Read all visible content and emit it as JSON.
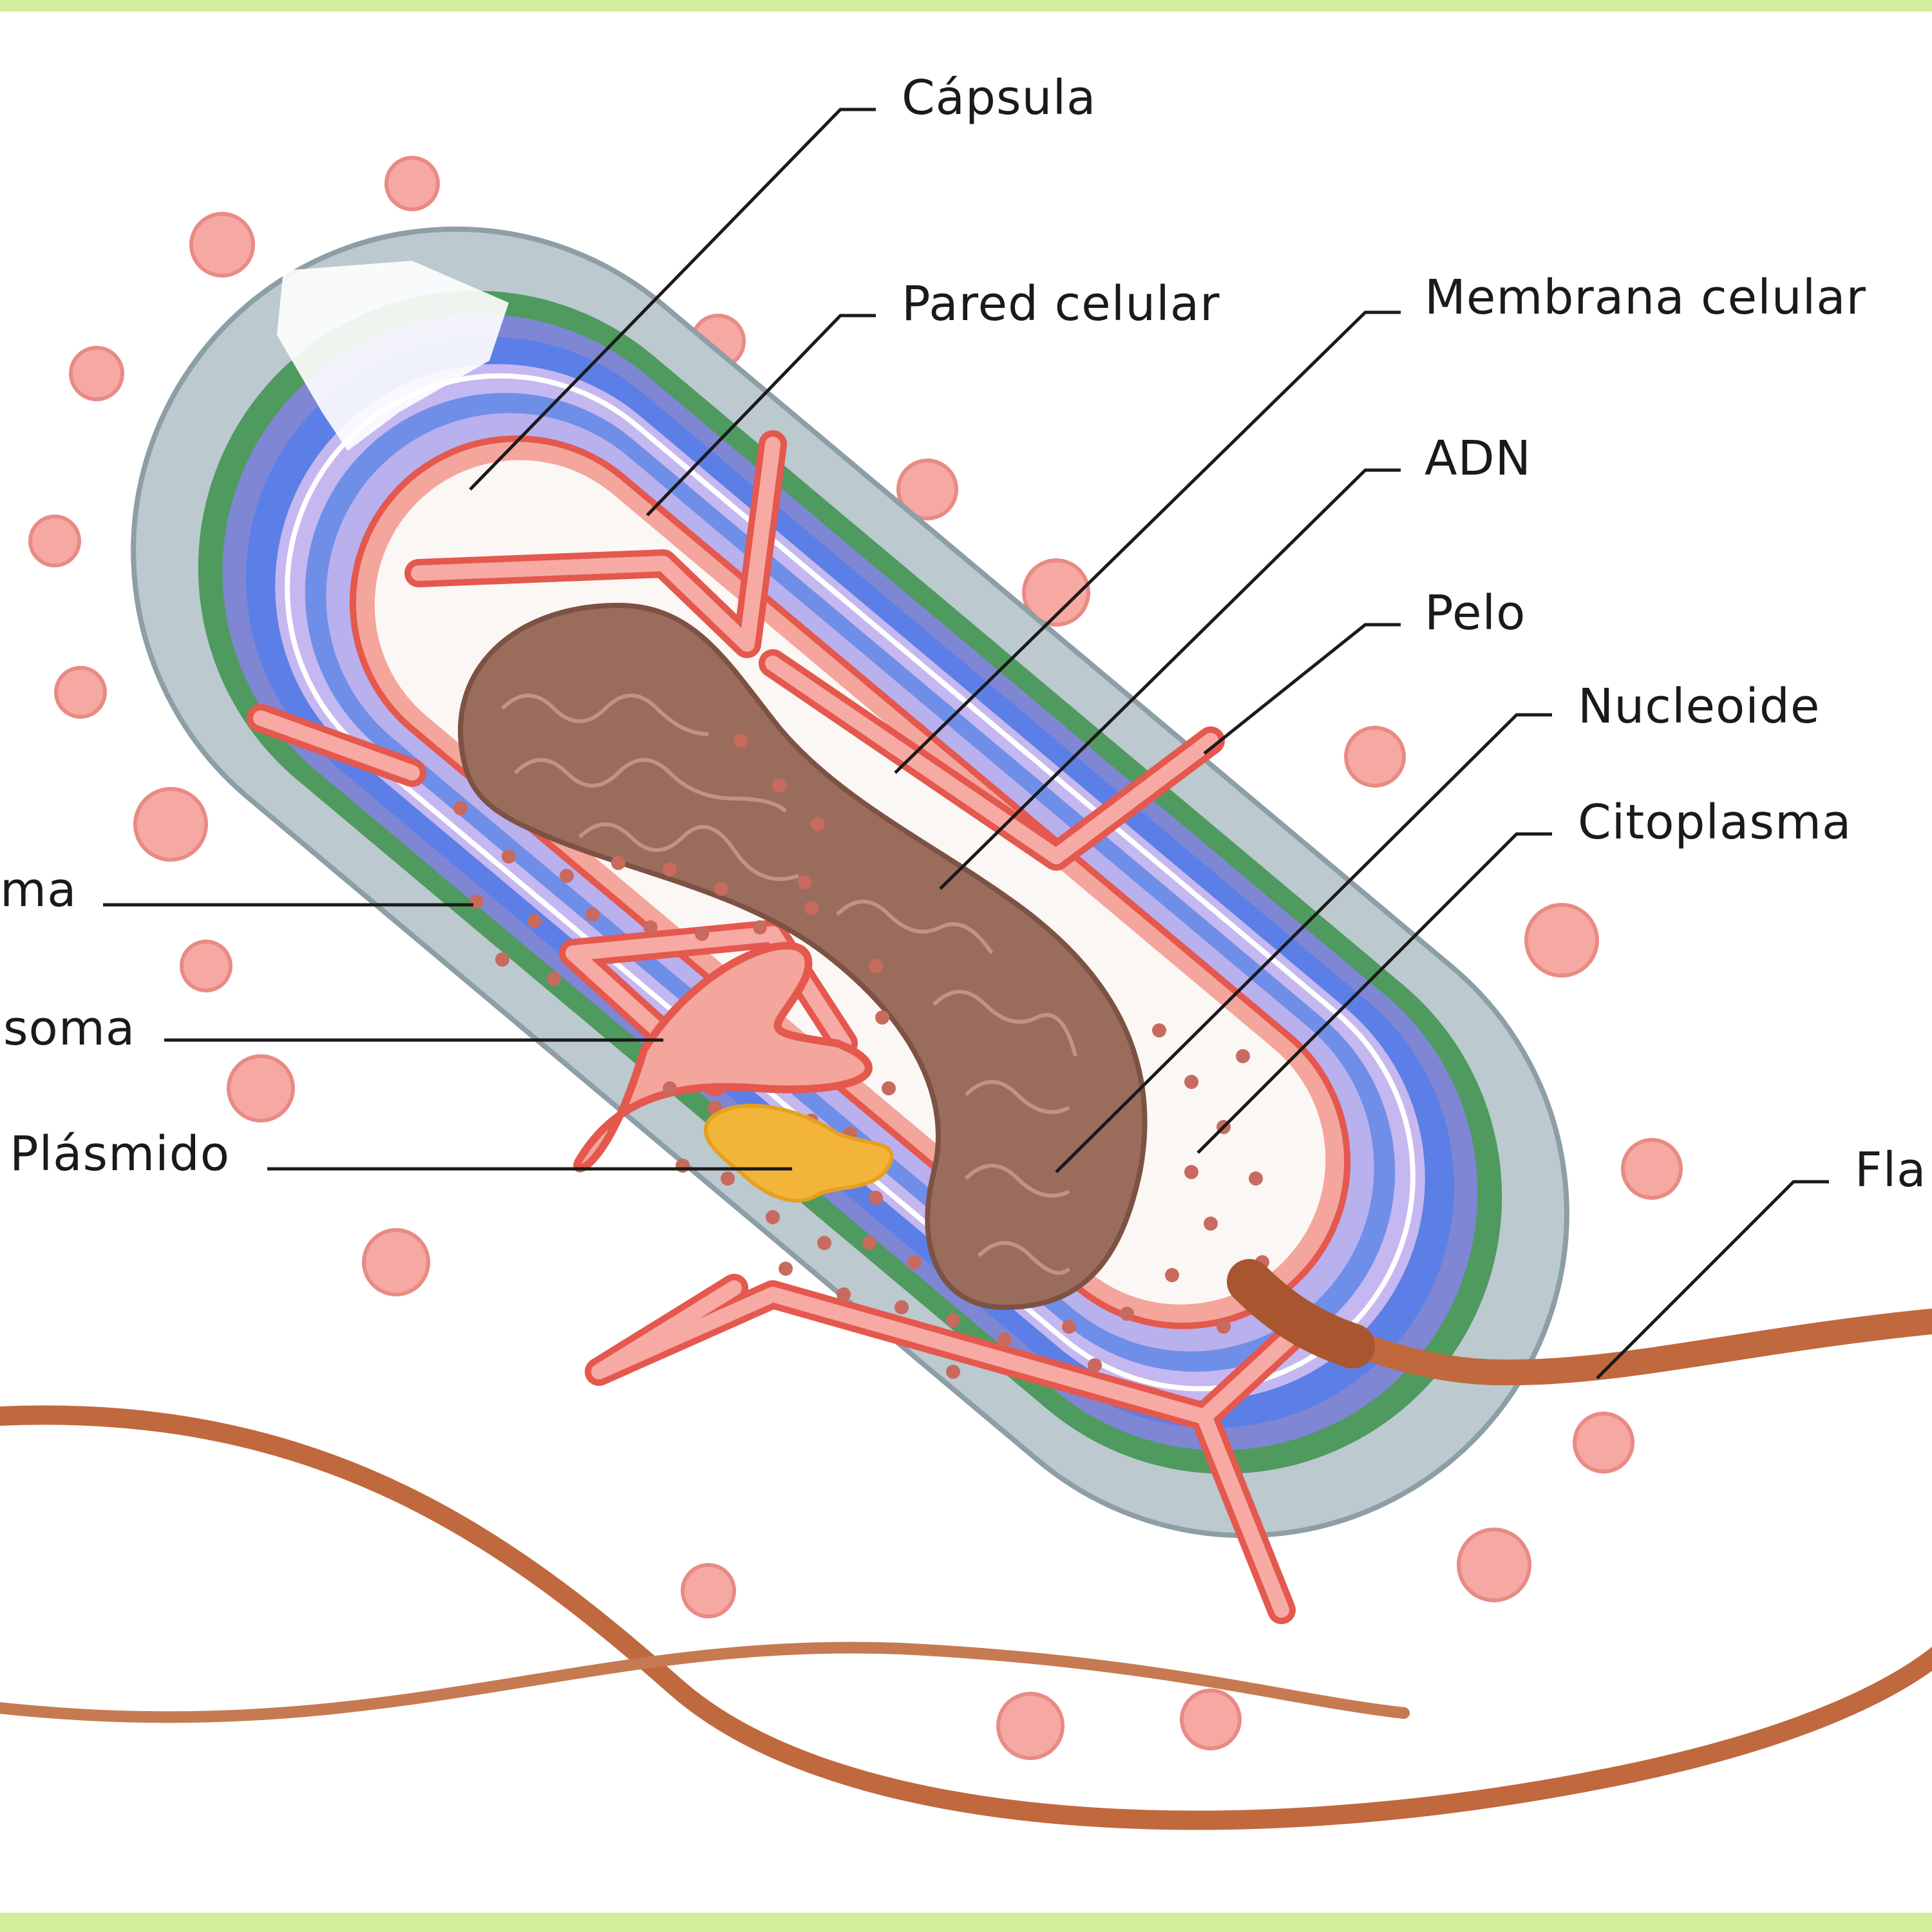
{
  "labels": {
    "capsula": "Cápsula",
    "pared": "Pared celular",
    "membrana": "Membrana celular",
    "adn": "ADN",
    "pelo": "Pelo",
    "nucleoide": "Nucleoide",
    "citoplasma": "Citoplasma",
    "ribosoma": "ma",
    "mesosoma": "soma",
    "plasmido": "Plásmido",
    "flagelo": "Fla"
  },
  "colors": {
    "frame": "#d4ef9c",
    "capsule": "#bcc9cf",
    "wall_green": "#4f9a5e",
    "membrane_blue": "#5b7fe6",
    "membrane_lilac": "#c5b8f0",
    "membrane_red": "#ee7a70",
    "pili": "#f6a9a3",
    "nucleoid": "#9a6c5c",
    "plasmid": "#f2b53a",
    "flagellum": "#c0683e"
  }
}
